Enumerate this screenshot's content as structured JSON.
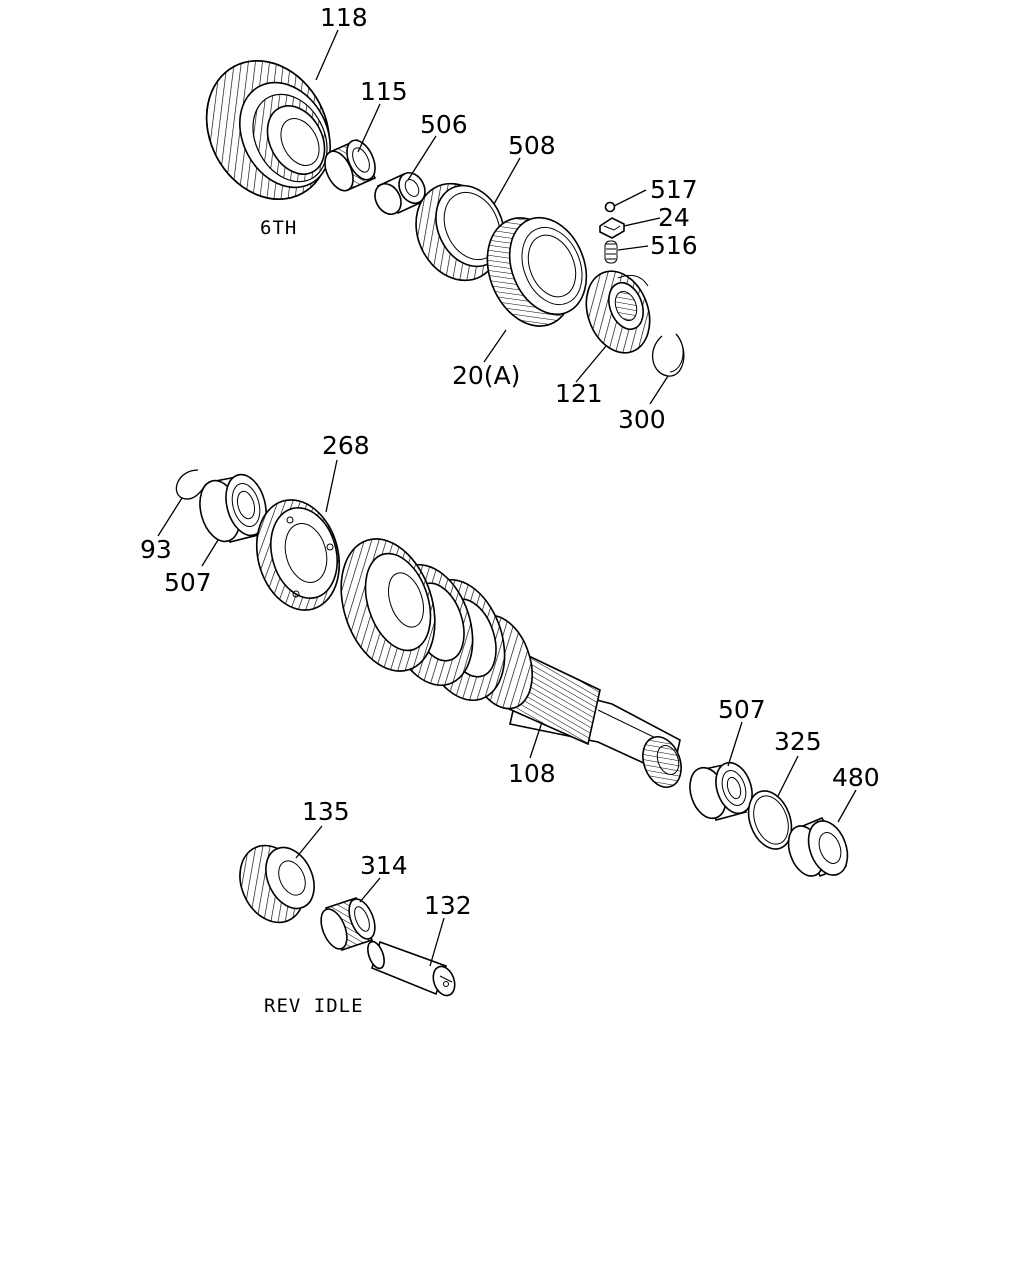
{
  "captions": {
    "sixth": "6TH",
    "rev_idle": "REV IDLE"
  },
  "labels": {
    "p118": "118",
    "p115": "115",
    "p506": "506",
    "p508": "508",
    "p517": "517",
    "p24": "24",
    "p516": "516",
    "p20a": "20(A)",
    "p121": "121",
    "p300": "300",
    "p268": "268",
    "p93": "93",
    "p507a": "507",
    "p108": "108",
    "p507b": "507",
    "p325": "325",
    "p480": "480",
    "p135": "135",
    "p314": "314",
    "p132": "132"
  }
}
